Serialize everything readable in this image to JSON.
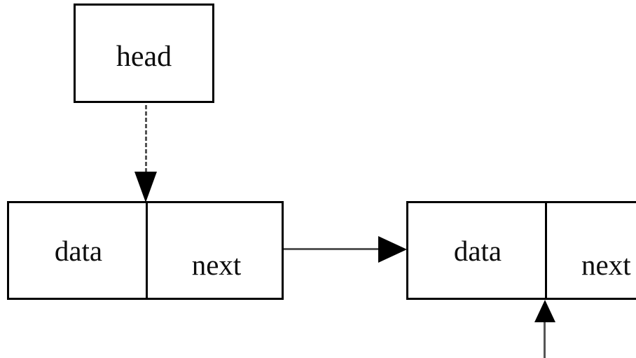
{
  "diagram": {
    "type": "linked-list",
    "head": {
      "label": "head"
    },
    "nodes": [
      {
        "id": "node-1",
        "data_label": "data",
        "next_label": "next"
      },
      {
        "id": "node-2",
        "data_label": "data",
        "next_label": "next"
      }
    ],
    "connectors": [
      {
        "id": "head-to-node-1",
        "style": "dashed",
        "direction": "down",
        "color": "#555555"
      },
      {
        "id": "node-1-next-to-node-2",
        "style": "solid",
        "direction": "right",
        "color": "#555555"
      },
      {
        "id": "incoming-to-node-2",
        "style": "solid",
        "direction": "up",
        "color": "#555555"
      }
    ],
    "colors": {
      "border": "#000000",
      "text": "#0d0d0d",
      "background": "#ffffff",
      "connector": "#555555"
    }
  }
}
